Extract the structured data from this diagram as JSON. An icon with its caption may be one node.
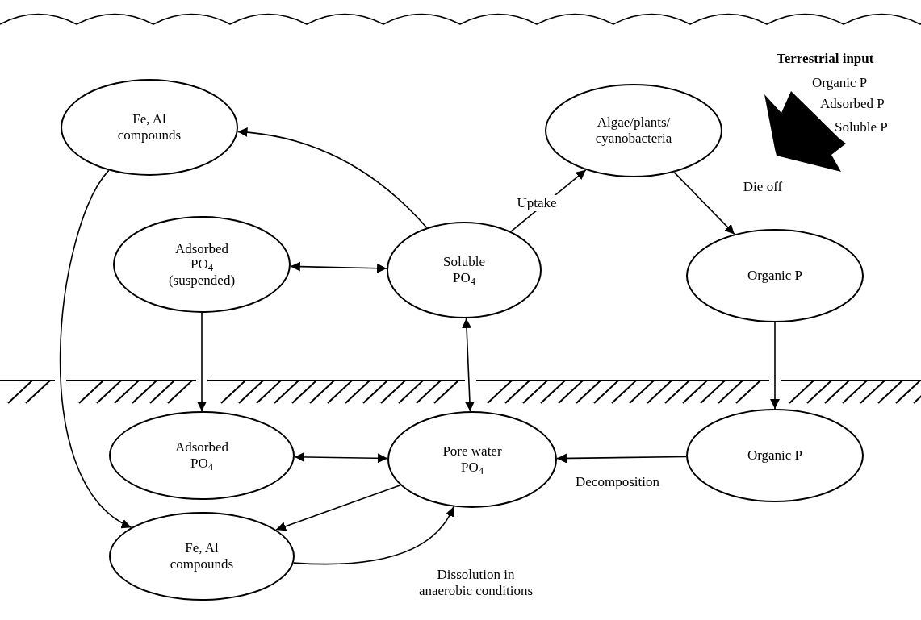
{
  "diagram": {
    "nodes": [
      {
        "text": [
          "Fe, Al compounds"
        ]
      },
      {
        "text": [
          "Algae/plants/ cyanobacteria"
        ]
      },
      {
        "text": [
          "Adsorbed PO$_{4}$ (suspended)"
        ]
      },
      {
        "text": [
          "Soluble PO$_{4}$"
        ]
      },
      {
        "text": [
          "Organic P"
        ]
      },
      {
        "text": [
          "Adsorbed PO$_{4}$"
        ]
      },
      {
        "text": [
          "Pore water PO$_{4}$"
        ]
      },
      {
        "text": [
          "Organic P"
        ]
      },
      {
        "text": [
          "Fe, Al compounds"
        ]
      }
    ],
    "edges": [
      {
        "from": 3,
        "to": 0,
        "arrow": "to"
      },
      {
        "from": 2,
        "to": 3,
        "arrow": "both"
      },
      {
        "from": 3,
        "to": 1,
        "arrow": "to",
        "label": "Uptake"
      },
      {
        "from": 1,
        "to": 4,
        "arrow": "to",
        "label": "Die off"
      },
      {
        "from": 2,
        "to": 5,
        "arrow": "to"
      },
      {
        "from": 6,
        "to": 3,
        "arrow": "both"
      },
      {
        "from": 4,
        "to": 7,
        "arrow": "to"
      },
      {
        "from": 5,
        "to": 6,
        "arrow": "both"
      },
      {
        "from": 7,
        "to": 6,
        "arrow": "to",
        "label": "Decomposition"
      },
      {
        "from": 0,
        "to": 8,
        "arrow": "to"
      },
      {
        "from": 6,
        "to": 8,
        "arrow": "to"
      },
      {
        "from": 8,
        "to": 6,
        "arrow": "to",
        "label": "Dissolution in anaerobic conditions"
      }
    ],
    "labels": [
      "Terrestrial input",
      "Organic P",
      "Adsorbed P",
      "Soluble P"
    ]
  }
}
